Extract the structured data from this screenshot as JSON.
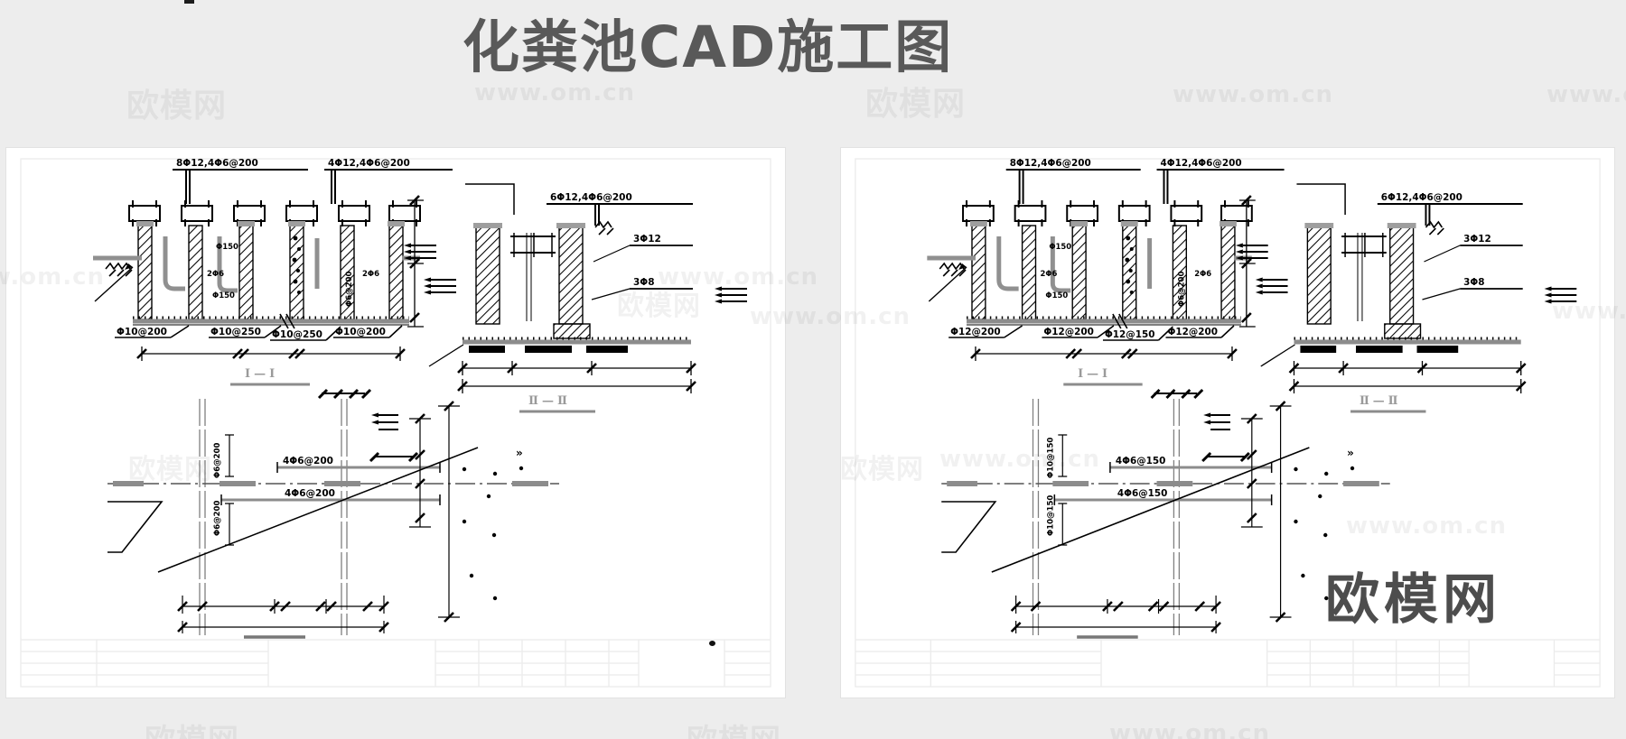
{
  "page": {
    "title": "化粪池CAD施工图",
    "background_color": "#ededed",
    "title_color": "#595959",
    "accent_black": "#000000",
    "slab_gray": "#8c8c8c"
  },
  "watermark": {
    "logo_text": "欧模网",
    "url_text": "www.om.cn"
  },
  "panels": [
    {
      "name": "sheet-1",
      "section1": {
        "callout_left": "8Φ12,4Φ6@200",
        "callout_right": "4Φ12,4Φ6@200",
        "note_1": "Φ150",
        "note_2": "2Φ6",
        "note_3": "Φ150",
        "note_4": "2Φ6",
        "wall_vertical_label": "Φ6@200",
        "slab_labels": [
          "Φ10@200",
          "Φ10@250",
          "Φ10@250",
          "Φ10@200"
        ],
        "section_title": "Ⅰ—Ⅰ"
      },
      "section2": {
        "callout": "6Φ12,4Φ6@200",
        "side_labels": [
          "3Φ12",
          "3Φ8"
        ],
        "section_title": "Ⅱ—Ⅱ"
      },
      "plan": {
        "top_rebar_label": "4Φ6@200",
        "bottom_rebar_label": "4Φ6@200",
        "vertical_rebar_label_top": "Φ6@200",
        "vertical_rebar_label_bottom": "Φ6@200",
        "chevron_marks": "»"
      },
      "brand_text": ""
    },
    {
      "name": "sheet-2",
      "section1": {
        "callout_left": "8Φ12,4Φ6@200",
        "callout_right": "4Φ12,4Φ6@200",
        "note_1": "Φ150",
        "note_2": "2Φ6",
        "note_3": "Φ150",
        "note_4": "2Φ6",
        "wall_vertical_label": "Φ6@200",
        "slab_labels": [
          "Φ12@200",
          "Φ12@200",
          "Φ12@150",
          "Φ12@200"
        ],
        "section_title": "Ⅰ—Ⅰ"
      },
      "section2": {
        "callout": "6Φ12,4Φ6@200",
        "side_labels": [
          "3Φ12",
          "3Φ8"
        ],
        "section_title": "Ⅱ—Ⅱ"
      },
      "plan": {
        "top_rebar_label": "4Φ6@150",
        "bottom_rebar_label": "4Φ6@150",
        "vertical_rebar_label_top": "Φ10@150",
        "vertical_rebar_label_bottom": "Φ10@150",
        "chevron_marks": "»"
      },
      "brand_text": "欧模网"
    }
  ]
}
